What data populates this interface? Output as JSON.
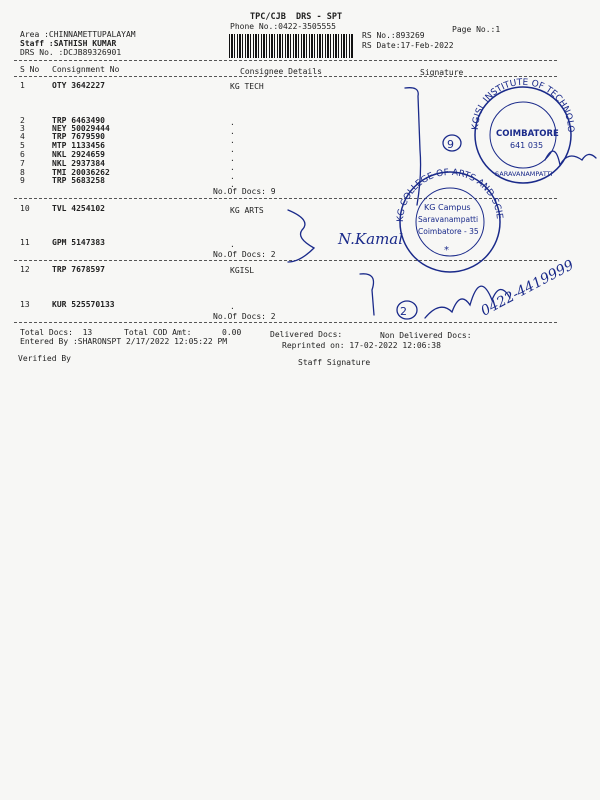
{
  "header": {
    "title": "TPC/CJB  DRS - SPT",
    "phone": "Phone No.:0422-3505555",
    "page": "Page No.:1",
    "area": "Area :CHINNAMETTUPALAYAM",
    "staff": "Staff :SATHISH KUMAR",
    "drs_no": "DRS No. :DCJB89326901",
    "rs_no": "RS No.:893269",
    "rs_date": "RS Date:17-Feb-2022"
  },
  "columns": {
    "sno": "S No",
    "consignment": "Consignment No",
    "consignee": "Consignee Details",
    "signature": "Signature"
  },
  "rows": [
    {
      "sno": "1",
      "cons": "OTY 3642227",
      "details": "KG TECH"
    },
    {
      "sno": "2",
      "cons": "TRP 6463490",
      "details": "."
    },
    {
      "sno": "3",
      "cons": "NEY 50029444",
      "details": "."
    },
    {
      "sno": "4",
      "cons": "TRP 7679590",
      "details": "."
    },
    {
      "sno": "5",
      "cons": "MTP 1133456",
      "details": "."
    },
    {
      "sno": "6",
      "cons": "NKL 2924659",
      "details": "."
    },
    {
      "sno": "7",
      "cons": "NKL 2937384",
      "details": "."
    },
    {
      "sno": "8",
      "cons": "TMI 20036262",
      "details": "."
    },
    {
      "sno": "9",
      "cons": "TRP 5683258",
      "details": "."
    },
    {
      "sno": "10",
      "cons": "TVL 4254102",
      "details": "KG ARTS"
    },
    {
      "sno": "11",
      "cons": "GPM 5147383",
      "details": "."
    },
    {
      "sno": "12",
      "cons": "TRP 7678597",
      "details": "KGISL"
    },
    {
      "sno": "13",
      "cons": "KUR 525570133",
      "details": "."
    }
  ],
  "group_totals": [
    "No.Of Docs: 9",
    "No.Of Docs: 2",
    "No.Of Docs: 2"
  ],
  "footer": {
    "total_docs": "Total Docs:  13",
    "total_cod": "Total COD Amt:",
    "cod_value": "0.00",
    "delivered": "Delivered Docs:",
    "non_delivered": "Non Delivered Docs:",
    "entered_by": "Entered By :SHARONSPT 2/17/2022 12:05:22 PM",
    "reprinted": "Reprinted on: 17-02-2022 12:06:38",
    "verified_by": "Verified By",
    "staff_signature": "Staff Signature"
  },
  "stamps": {
    "kit_stamp": {
      "ring": "KGISL INSTITUTE OF TECHNOLOGY",
      "center1": "COIMBATORE",
      "center2": "641 035",
      "bottom": "SARAVANAMPATTI"
    },
    "kgcas_stamp": {
      "ring": "KG COLLEGE OF ARTS AND SCIENCE",
      "center1": "KG Campus",
      "center2": "Saravanampatti",
      "center3": "Coimbatore - 35"
    },
    "handwriting": {
      "circled_1": "9",
      "circled_2": "2",
      "name": "N.Kamal",
      "phone": "0422-4419999"
    }
  },
  "colors": {
    "ink": "#1a2a8a",
    "print": "#222222"
  }
}
